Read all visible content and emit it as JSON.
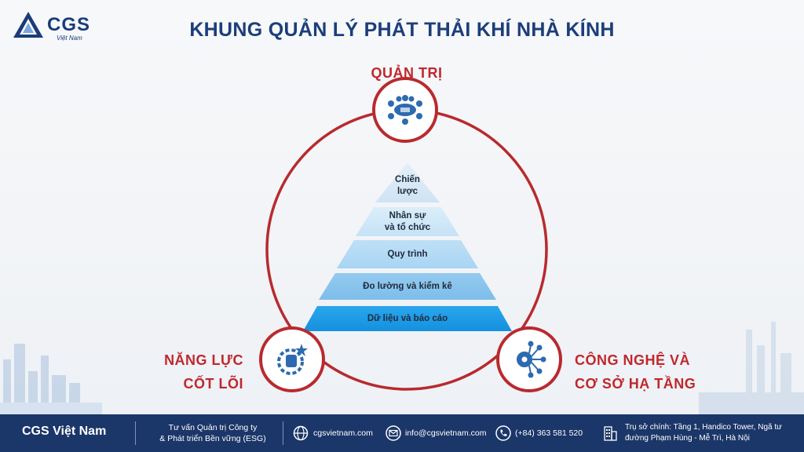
{
  "brand": {
    "logo_text": "CGS",
    "logo_sub": "Việt Nam"
  },
  "title": "KHUNG QUẢN LÝ PHÁT THẢI KHÍ NHÀ KÍNH",
  "pillars": {
    "top": "QUẢN TRỊ",
    "left_line1": "NĂNG LỰC",
    "left_line2": "CỐT LÕI",
    "right_line1": "CÔNG NGHỆ VÀ",
    "right_line2": "CƠ SỞ HẠ TẦNG"
  },
  "pyramid": {
    "level1_line1": "Chiến",
    "level1_line2": "lược",
    "level2_line1": "Nhân sự",
    "level2_line2": "và tổ chức",
    "level3": "Quy trình",
    "level4": "Đo lường và kiểm kê",
    "level5": "Dữ liệu và báo cáo"
  },
  "footer": {
    "company": "CGS Việt Nam",
    "service_line1": "Tư vấn Quản trị Công ty",
    "service_line2": "& Phát triển Bền vững (ESG)",
    "website": "cgsvietnam.com",
    "email": "info@cgsvietnam.com",
    "phone": "(+84) 363 581 520",
    "address_line1": "Trụ sở chính: Tầng 1, Handico Tower, Ngã tư",
    "address_line2": "đường Phạm Hùng - Mễ Trì, Hà Nội"
  },
  "colors": {
    "circle_red": "#b82a2e",
    "title_blue": "#1c3e7a",
    "label_red": "#c0282d",
    "footer_bg": "#1b3668",
    "pyramid_top": "#d7e8f6",
    "pyramid_bottom": "#1a9ae8"
  },
  "icons": {
    "top": "meeting-table-icon",
    "left": "fist-gear-icon",
    "right": "network-gear-icon"
  }
}
